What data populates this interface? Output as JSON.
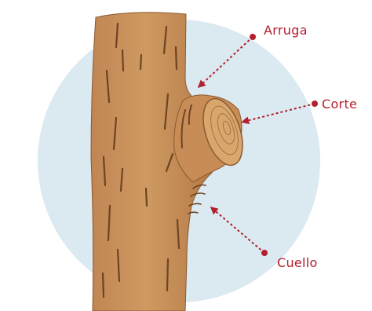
{
  "labels": {
    "arruga": "Arruga",
    "corte": "Corte",
    "cuello": "Cuello"
  },
  "colors": {
    "background_circle": "#dbe9f0",
    "bark": "#c8915a",
    "bark_light": "#d8a571",
    "bark_dark": "#9b6536",
    "bark_stroke": "#6e4423",
    "cut_face": "#d7a16a",
    "callout": "#b21f2d"
  }
}
